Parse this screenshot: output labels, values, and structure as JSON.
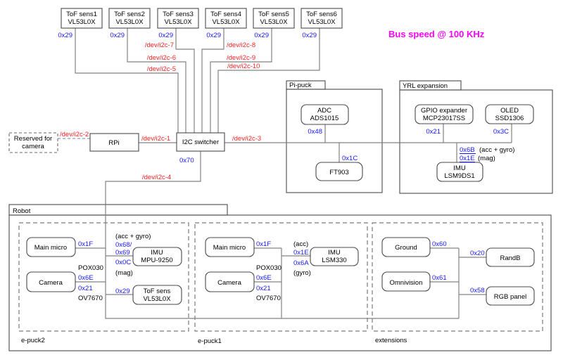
{
  "note": "Bus speed @ 100 KHz",
  "colors": {
    "address_blue": "#1616ff",
    "bus_red": "#fb2020",
    "note_magenta": "#ff00ff",
    "wire_gray": "#828282",
    "box_border": "#4a4a4a"
  },
  "tof_sensors": [
    {
      "name": "ToF sens1",
      "chip": "VL53L0X",
      "addr": "0x29"
    },
    {
      "name": "ToF sens2",
      "chip": "VL53L0X",
      "addr": "0x29"
    },
    {
      "name": "ToF sens3",
      "chip": "VL53L0X",
      "addr": "0x29"
    },
    {
      "name": "ToF sens4",
      "chip": "VL53L0X",
      "addr": "0x29"
    },
    {
      "name": "ToF sens5",
      "chip": "VL53L0X",
      "addr": "0x29"
    },
    {
      "name": "ToF sens6",
      "chip": "VL53L0X",
      "addr": "0x29"
    }
  ],
  "buses": {
    "i2c_1": "/dev/i2c-1",
    "i2c_2": "/dev/i2c-2",
    "i2c_3": "/dev/i2c-3",
    "i2c_4": "/dev/i2c-4",
    "i2c_5": "/dev/i2c-5",
    "i2c_6": "/dev/i2c-6",
    "i2c_7": "/dev/i2c-7",
    "i2c_8": "/dev/i2c-8",
    "i2c_9": "/dev/i2c-9",
    "i2c_10": "/dev/i2c-10"
  },
  "reserved": {
    "line1": "Reserved for",
    "line2": "camera"
  },
  "rpi": {
    "label": "RPi"
  },
  "switcher": {
    "label": "I2C switcher",
    "addr": "0x70"
  },
  "pipuck": {
    "title": "Pi-puck",
    "adc_name": "ADC",
    "adc_chip": "ADS1015",
    "adc_addr": "0x48",
    "ft_name": "FT903",
    "ft_addr": "0x1C"
  },
  "yrl": {
    "title": "YRL expansion",
    "gpio_name": "GPIO expander",
    "gpio_chip": "MCP23017SS",
    "gpio_addr": "0x21",
    "oled_name": "OLED",
    "oled_chip": "SSD1306",
    "oled_addr": "0x3C",
    "imu_name": "IMU",
    "imu_chip": "LSM9DS1",
    "imu_addr1": "0x6B",
    "imu_note1": "(acc + gyro)",
    "imu_addr2": "0x1E",
    "imu_note2": "(mag)"
  },
  "robot": {
    "title": "Robot"
  },
  "epuck2": {
    "label": "e-puck2",
    "main_micro": "Main micro",
    "main_addr": "0x1F",
    "imu_note1": "(acc + gyro)",
    "imu_addr1": "0x68/",
    "imu_addr2": "0x69",
    "imu_name": "IMU",
    "imu_chip": "MPU-9250",
    "imu_addr3": "0x0C",
    "imu_note2": "(mag)",
    "camera": "Camera",
    "cam_chip1": "POX030",
    "cam_addr1": "0x6E",
    "cam_addr2": "0x21",
    "cam_chip2": "OV7670",
    "tof_addr": "0x29",
    "tof_name": "ToF sens",
    "tof_chip": "VL53L0X"
  },
  "epuck1": {
    "label": "e-puck1",
    "main_micro": "Main micro",
    "main_addr": "0x1F",
    "imu_note1": "(acc)",
    "imu_addr1": "0x1E",
    "imu_addr2": "0x6A",
    "imu_note2": "(gyro)",
    "imu_name": "IMU",
    "imu_chip": "LSM330",
    "camera": "Camera",
    "cam_chip1": "POX030",
    "cam_addr1": "0x6E",
    "cam_addr2": "0x21",
    "cam_chip2": "OV7670"
  },
  "extensions": {
    "label": "extensions",
    "ground": "Ground",
    "ground_addr": "0x60",
    "omnivision": "Omnivision",
    "omni_addr": "0x61",
    "randb": "RandB",
    "randb_addr": "0x20",
    "rgb_panel": "RGB panel",
    "rgb_addr": "0x58"
  }
}
